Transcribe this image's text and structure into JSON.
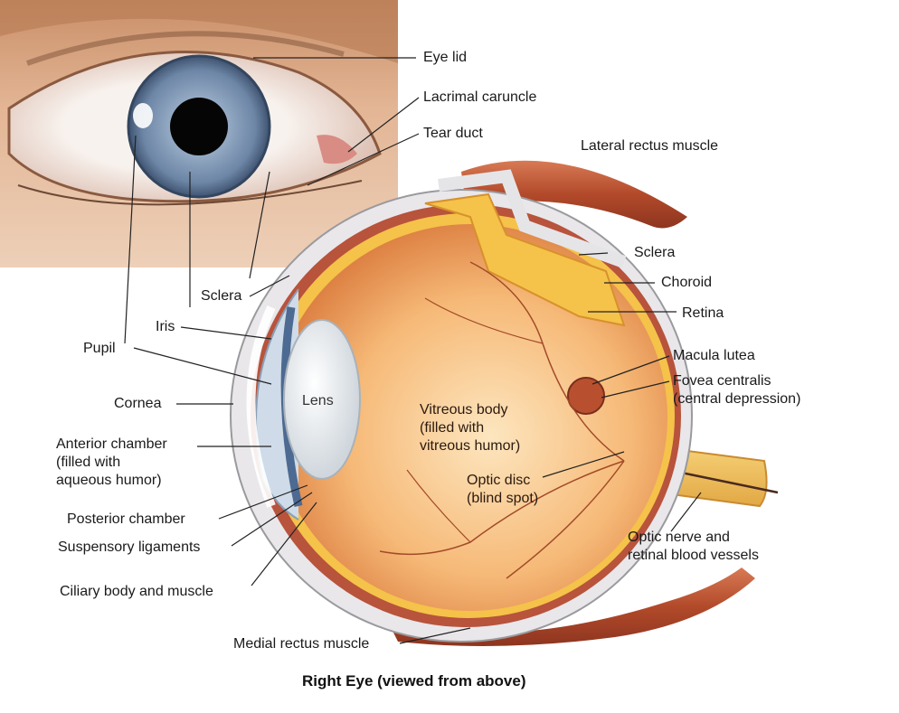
{
  "labels": {
    "eye_lid": "Eye lid",
    "lacrimal_caruncle": "Lacrimal caruncle",
    "tear_duct": "Tear duct",
    "lateral_rectus": "Lateral rectus muscle",
    "sclera_right": "Sclera",
    "choroid": "Choroid",
    "retina": "Retina",
    "macula_lutea": "Macula lutea",
    "fovea_centralis": "Fovea centralis\n(central depression)",
    "sclera_left": "Sclera",
    "iris": "Iris",
    "pupil": "Pupil",
    "cornea": "Cornea",
    "lens": "Lens",
    "vitreous_body": "Vitreous body\n(filled with\nvitreous humor)",
    "optic_disc": "Optic disc\n(blind spot)",
    "anterior_chamber": "Anterior chamber\n(filled with\naqueous humor)",
    "posterior_chamber": "Posterior chamber",
    "suspensory_ligaments": "Suspensory ligaments",
    "ciliary_body": "Ciliary body and muscle",
    "optic_nerve": "Optic nerve and\nretinal blood vessels",
    "medial_rectus": "Medial rectus muscle"
  },
  "caption": "Right Eye (viewed from above)",
  "colors": {
    "iris": "#7c95b3",
    "sclera": "#f4f2f4",
    "vitreous": "#f3b26f",
    "retina": "#f5c24a",
    "choroid": "#b8533c",
    "muscle": "#b9532f",
    "skin": "#e8c1a3"
  }
}
